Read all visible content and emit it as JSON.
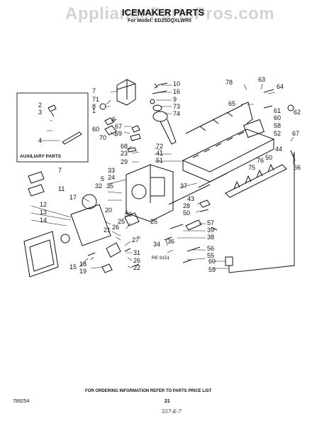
{
  "watermark": "AppliancePartsPros.com",
  "header": {
    "title": "ICEMAKER PARTS",
    "model": "For Model: ED25DQXLWR0"
  },
  "auxiliary_label": "AUXILIARY PARTS",
  "revision_mark": "RE 9151",
  "footer": {
    "doc_number": "789254",
    "ordering_note": "FOR ORDERING INFORMATION REFER TO PARTS PRICE LIST",
    "page_number": "21",
    "handwritten": "557-E-7"
  },
  "callouts": [
    {
      "n": "10"
    },
    {
      "n": "16"
    },
    {
      "n": "9"
    },
    {
      "n": "73"
    },
    {
      "n": "74"
    },
    {
      "n": "78"
    },
    {
      "n": "63"
    },
    {
      "n": "64"
    },
    {
      "n": "65"
    },
    {
      "n": "62"
    },
    {
      "n": "61"
    },
    {
      "n": "60"
    },
    {
      "n": "58"
    },
    {
      "n": "52"
    },
    {
      "n": "50"
    },
    {
      "n": "76"
    },
    {
      "n": "75"
    },
    {
      "n": "44"
    },
    {
      "n": "67"
    },
    {
      "n": "66"
    },
    {
      "n": "7"
    },
    {
      "n": "71"
    },
    {
      "n": "8"
    },
    {
      "n": "6"
    },
    {
      "n": "67"
    },
    {
      "n": "69"
    },
    {
      "n": "70"
    },
    {
      "n": "68"
    },
    {
      "n": "23"
    },
    {
      "n": "29"
    },
    {
      "n": "72"
    },
    {
      "n": "41"
    },
    {
      "n": "51"
    },
    {
      "n": "2"
    },
    {
      "n": "3"
    },
    {
      "n": "4"
    },
    {
      "n": "1"
    },
    {
      "n": "60"
    },
    {
      "n": "7"
    },
    {
      "n": "11"
    },
    {
      "n": "5"
    },
    {
      "n": "32"
    },
    {
      "n": "35"
    },
    {
      "n": "33"
    },
    {
      "n": "24"
    },
    {
      "n": "17"
    },
    {
      "n": "37"
    },
    {
      "n": "43"
    },
    {
      "n": "28"
    },
    {
      "n": "50"
    },
    {
      "n": "12"
    },
    {
      "n": "13"
    },
    {
      "n": "14"
    },
    {
      "n": "20"
    },
    {
      "n": "30"
    },
    {
      "n": "25"
    },
    {
      "n": "26"
    },
    {
      "n": "57"
    },
    {
      "n": "39"
    },
    {
      "n": "38"
    },
    {
      "n": "21"
    },
    {
      "n": "26"
    },
    {
      "n": "27"
    },
    {
      "n": "34"
    },
    {
      "n": "36"
    },
    {
      "n": "15"
    },
    {
      "n": "18"
    },
    {
      "n": "19"
    },
    {
      "n": "31"
    },
    {
      "n": "26"
    },
    {
      "n": "22"
    },
    {
      "n": "56"
    },
    {
      "n": "55"
    },
    {
      "n": "60"
    },
    {
      "n": "59"
    }
  ]
}
